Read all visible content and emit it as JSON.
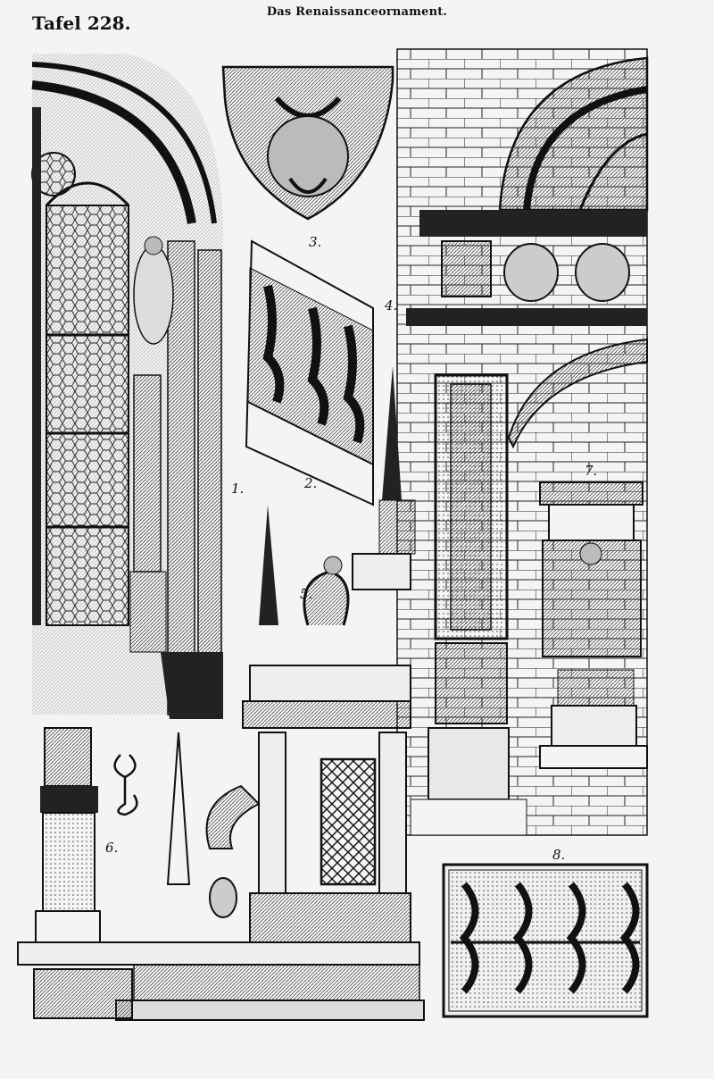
{
  "header": {
    "running_title": "Das Renaissanceornament.",
    "plate_number": "Tafel 228."
  },
  "figures": [
    {
      "number": "1."
    },
    {
      "number": "2."
    },
    {
      "number": "3."
    },
    {
      "number": "4."
    },
    {
      "number": "5."
    },
    {
      "number": "6."
    },
    {
      "number": "7."
    },
    {
      "number": "8."
    }
  ],
  "colors": {
    "ink": "#111111",
    "paper": "#f4f4f2"
  }
}
